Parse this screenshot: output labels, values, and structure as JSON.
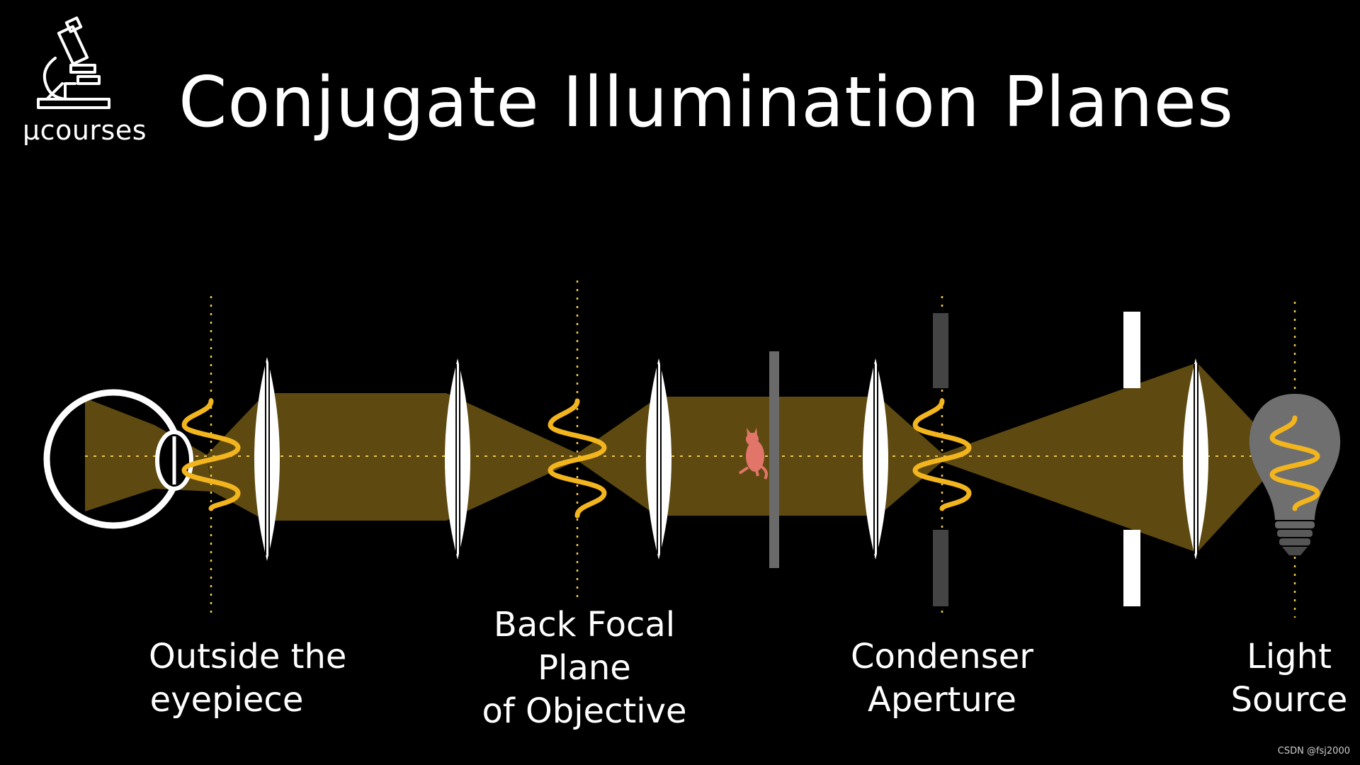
{
  "title": "Conjugate Illumination Planes",
  "logo": {
    "text": "μcourses",
    "icon": "microscope-icon"
  },
  "labels": {
    "eyepiece": [
      "Outside the",
      "eyepiece"
    ],
    "back_focal_plane": [
      "Back Focal",
      "Plane",
      "of Objective"
    ],
    "condenser": [
      "Condenser",
      "Aperture"
    ],
    "light_source": [
      "Light",
      "Source"
    ]
  },
  "watermark": "CSDN @fsj2000",
  "colors": {
    "background": "#000000",
    "beam": "#5e4a10",
    "filament": "#f3b51d",
    "lens": "#ffffff",
    "specimen": "#e2756a",
    "axis": "#f0c64a",
    "bulb": "#6f6f6f"
  },
  "icons": [
    "eye-icon",
    "lens-icon",
    "filament-icon",
    "specimen-icon",
    "light-bulb-icon",
    "aperture-diaphragm-icon"
  ]
}
